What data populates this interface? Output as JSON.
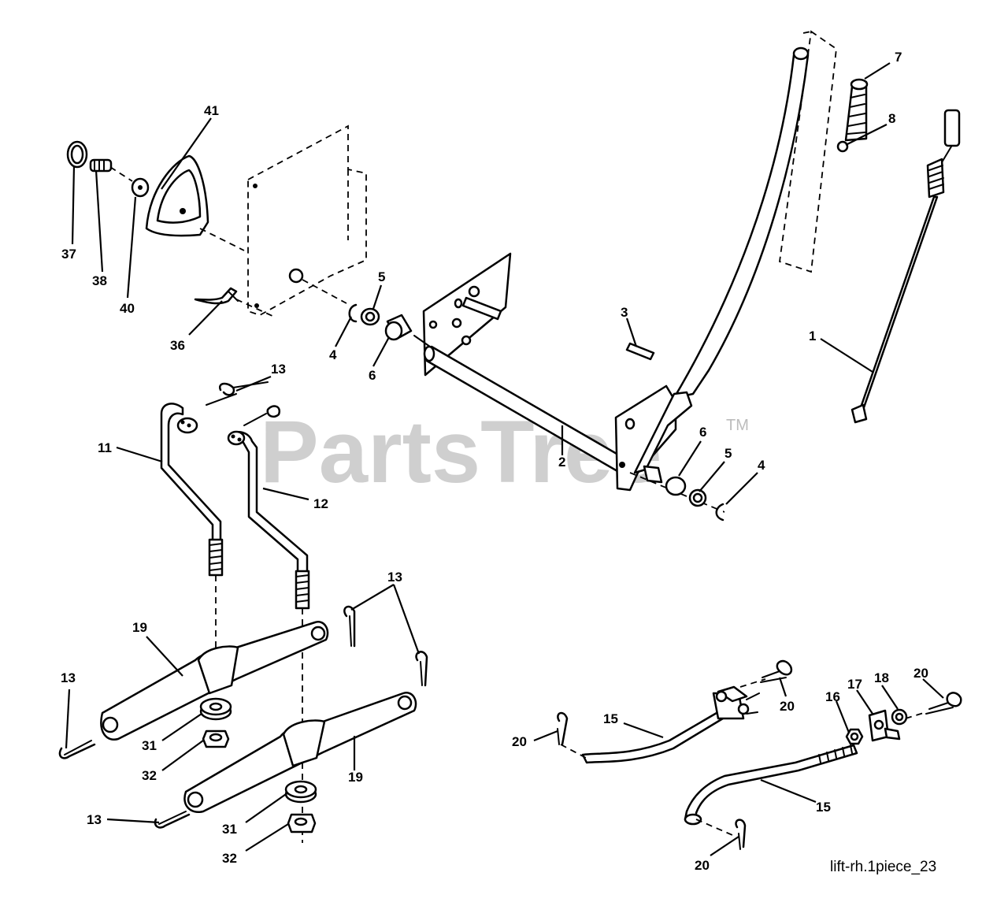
{
  "watermark": {
    "text": "PartsTree",
    "tm": "TM"
  },
  "footer_label": "lift-rh.1piece_23",
  "callouts": [
    {
      "id": "c41",
      "text": "41"
    },
    {
      "id": "c37",
      "text": "37"
    },
    {
      "id": "c38",
      "text": "38"
    },
    {
      "id": "c40",
      "text": "40"
    },
    {
      "id": "c36",
      "text": "36"
    },
    {
      "id": "c5a",
      "text": "5"
    },
    {
      "id": "c4a",
      "text": "4"
    },
    {
      "id": "c6a",
      "text": "6"
    },
    {
      "id": "c3",
      "text": "3"
    },
    {
      "id": "c7",
      "text": "7"
    },
    {
      "id": "c8",
      "text": "8"
    },
    {
      "id": "c1",
      "text": "1"
    },
    {
      "id": "c2",
      "text": "2"
    },
    {
      "id": "c6b",
      "text": "6"
    },
    {
      "id": "c5b",
      "text": "5"
    },
    {
      "id": "c4b",
      "text": "4"
    },
    {
      "id": "c13a",
      "text": "13"
    },
    {
      "id": "c11",
      "text": "11"
    },
    {
      "id": "c12",
      "text": "12"
    },
    {
      "id": "c13b",
      "text": "13"
    },
    {
      "id": "c19a",
      "text": "19"
    },
    {
      "id": "c13c",
      "text": "13"
    },
    {
      "id": "c31a",
      "text": "31"
    },
    {
      "id": "c32a",
      "text": "32"
    },
    {
      "id": "c19b",
      "text": "19"
    },
    {
      "id": "c13d",
      "text": "13"
    },
    {
      "id": "c31b",
      "text": "31"
    },
    {
      "id": "c32b",
      "text": "32"
    },
    {
      "id": "c20a",
      "text": "20"
    },
    {
      "id": "c15a",
      "text": "15"
    },
    {
      "id": "c20b",
      "text": "20"
    },
    {
      "id": "c16",
      "text": "16"
    },
    {
      "id": "c17",
      "text": "17"
    },
    {
      "id": "c18",
      "text": "18"
    },
    {
      "id": "c20c",
      "text": "20"
    },
    {
      "id": "c15b",
      "text": "15"
    },
    {
      "id": "c20d",
      "text": "20"
    }
  ]
}
